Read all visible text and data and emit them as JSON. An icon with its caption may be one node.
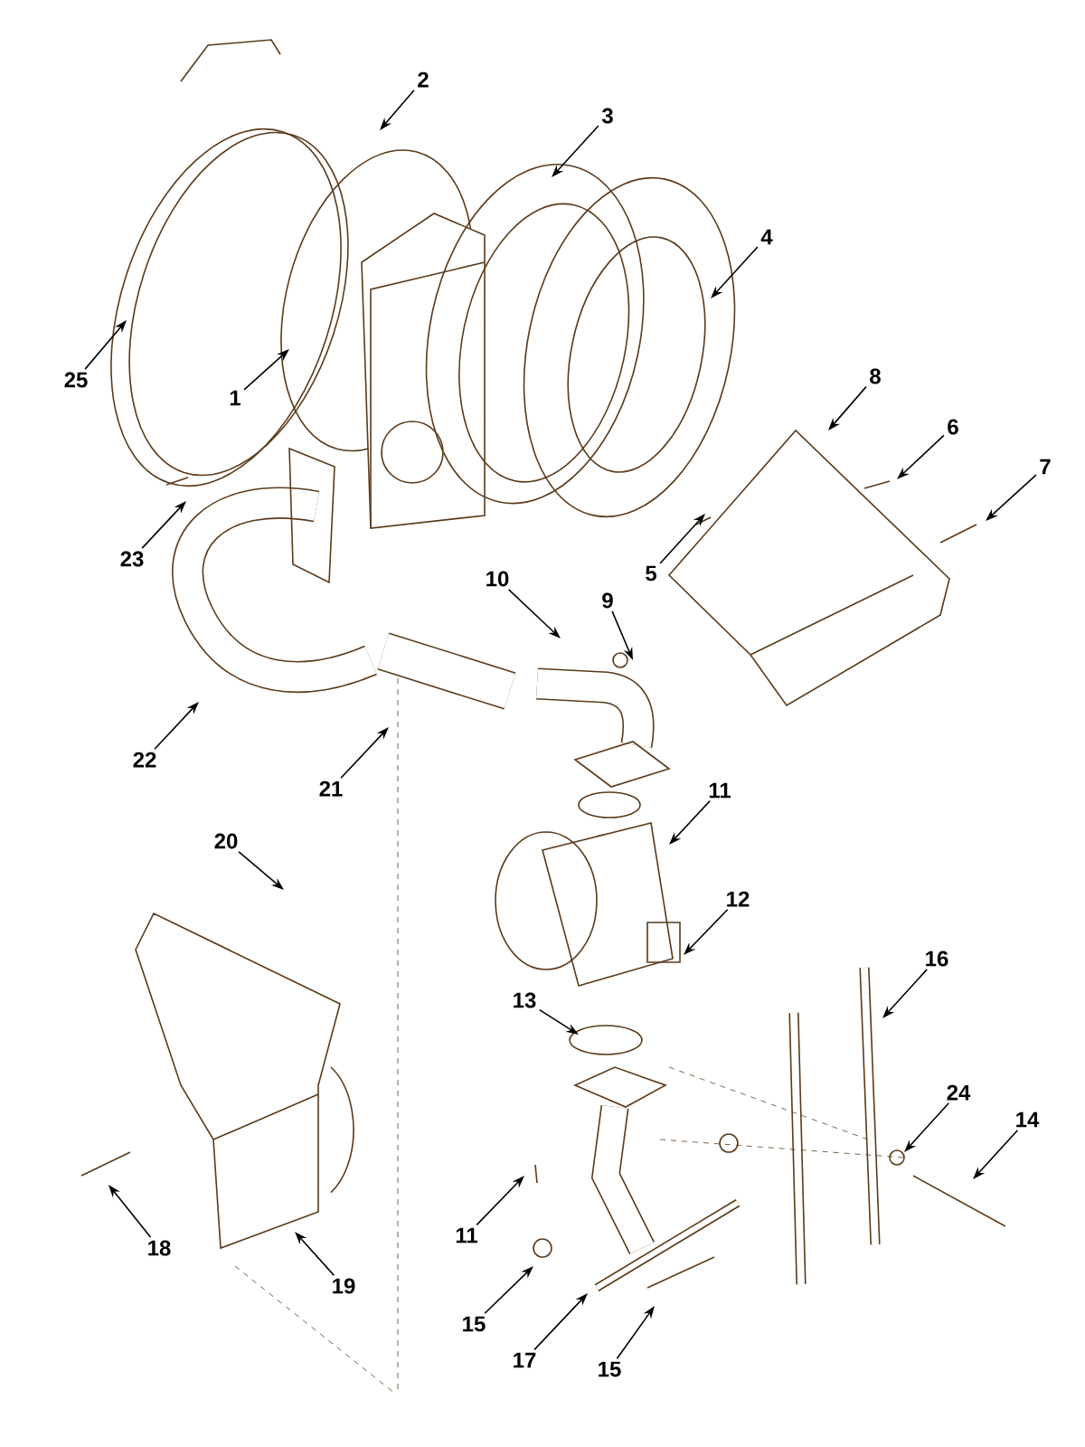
{
  "diagram": {
    "nodes": [
      {
        "text": [
          "2"
        ]
      },
      {
        "text": [
          "3"
        ]
      },
      {
        "text": [
          "4"
        ]
      },
      {
        "text": [
          "25"
        ]
      },
      {
        "text": [
          "1"
        ]
      },
      {
        "text": [
          "8"
        ]
      },
      {
        "text": [
          "6"
        ]
      },
      {
        "text": [
          "7"
        ]
      },
      {
        "text": [
          "23"
        ]
      },
      {
        "text": [
          "5"
        ]
      },
      {
        "text": [
          "10"
        ]
      },
      {
        "text": [
          "9"
        ]
      },
      {
        "text": [
          "22"
        ]
      },
      {
        "text": [
          "21"
        ]
      },
      {
        "text": [
          "11"
        ]
      },
      {
        "text": [
          "20"
        ]
      },
      {
        "text": [
          "12"
        ]
      },
      {
        "text": [
          "16"
        ]
      },
      {
        "text": [
          "13"
        ]
      },
      {
        "text": [
          "24"
        ]
      },
      {
        "text": [
          "14"
        ]
      },
      {
        "text": [
          "18"
        ]
      },
      {
        "text": [
          "19"
        ]
      },
      {
        "text": [
          "11"
        ]
      },
      {
        "text": [
          "15"
        ]
      },
      {
        "text": [
          "17"
        ]
      },
      {
        "text": [
          "15"
        ]
      }
    ],
    "edges": [
      {
        "from": 0,
        "to": null,
        "arrow": "to"
      },
      {
        "from": 1,
        "to": null,
        "arrow": "to"
      },
      {
        "from": 2,
        "to": null,
        "arrow": "to"
      },
      {
        "from": 3,
        "to": null,
        "arrow": "to"
      },
      {
        "from": 4,
        "to": null,
        "arrow": "to"
      },
      {
        "from": 5,
        "to": null,
        "arrow": "to"
      },
      {
        "from": 6,
        "to": null,
        "arrow": "to"
      },
      {
        "from": 7,
        "to": null,
        "arrow": "to"
      },
      {
        "from": 8,
        "to": null,
        "arrow": "to"
      },
      {
        "from": 9,
        "to": null,
        "arrow": "to"
      },
      {
        "from": 10,
        "to": null,
        "arrow": "to"
      },
      {
        "from": 11,
        "to": null,
        "arrow": "to"
      },
      {
        "from": 12,
        "to": null,
        "arrow": "to"
      },
      {
        "from": 13,
        "to": null,
        "arrow": "to"
      },
      {
        "from": 14,
        "to": null,
        "arrow": "to"
      },
      {
        "from": 15,
        "to": null,
        "arrow": "to"
      },
      {
        "from": 16,
        "to": null,
        "arrow": "to"
      },
      {
        "from": 17,
        "to": null,
        "arrow": "to"
      },
      {
        "from": 18,
        "to": null,
        "arrow": "to"
      },
      {
        "from": 19,
        "to": null,
        "arrow": "to"
      },
      {
        "from": 20,
        "to": null,
        "arrow": "to"
      },
      {
        "from": 21,
        "to": null,
        "arrow": "to"
      },
      {
        "from": 22,
        "to": null,
        "arrow": "to"
      },
      {
        "from": 23,
        "to": null,
        "arrow": "to"
      },
      {
        "from": 24,
        "to": null,
        "arrow": "to"
      },
      {
        "from": 25,
        "to": null,
        "arrow": "to"
      },
      {
        "from": 26,
        "to": null,
        "arrow": "to"
      }
    ]
  }
}
